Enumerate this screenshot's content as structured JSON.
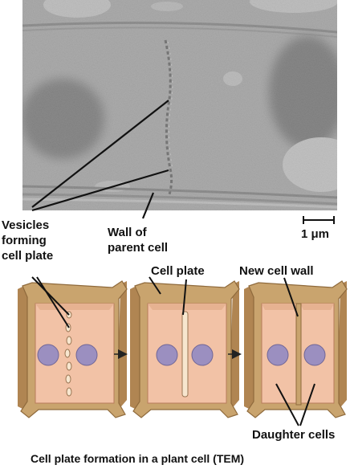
{
  "labels": {
    "vesicles_line1": "Vesicles",
    "vesicles_line2": "forming",
    "vesicles_line3": "cell plate",
    "wall_line1": "Wall of",
    "wall_line2": "parent cell",
    "scale_bar": "1 μm",
    "cell_plate": "Cell plate",
    "new_cell_wall": "New cell wall",
    "daughter_cells": "Daughter cells",
    "caption": "Cell plate formation in a plant cell (TEM)"
  },
  "colors": {
    "wall": "#c9a46e",
    "wall_dark": "#8f6a3c",
    "cytoplasm": "#f2c2a6",
    "nucleus": "#9b8fc0",
    "micrograph_bg": "#a7a7a7"
  },
  "icons": [
    "arrow-right-icon"
  ]
}
